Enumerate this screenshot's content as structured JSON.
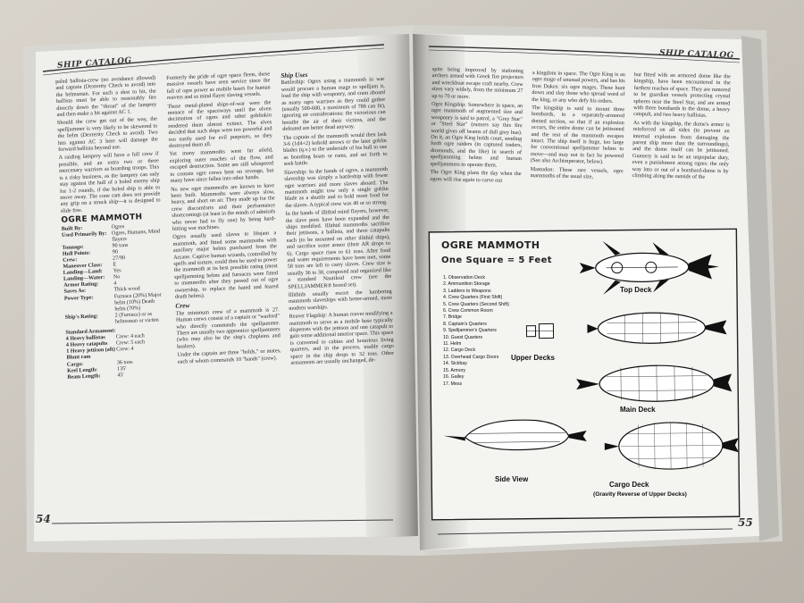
{
  "left_page": {
    "header": "SHIP CATALOG",
    "page_number": "54",
    "col1_paragraphs": [
      "paled ballista-crew (no avoidance allowed) and captain (Dexterity Check to avoid) into the helmsman. For such a shot to hit, the ballista must be able to reasonably fire directly down the \"throat\" of the lamprey and then make a hit against AC 1.",
      "Should the crew get out of the way, the spelljammer is very likely to be skewered to the helm (Dexterity Check to avoid). Two hits against AC 3 here will damage the forward ballista beyond use.",
      "A raiding lamprey will have a full crew if possible, and an extra two or three mercenary warriors as boarding troops. This is a risky business, as the lamprey can only stay against the hull of a holed enemy ship for 1-2 rounds, if the holed ship is able to move away. The cone ram does not provide any grip on a struck ship—it is designed to slide free."
    ],
    "stat_title": "OGRE MAMMOTH",
    "stats": [
      [
        "Built By:",
        "Ogres"
      ],
      [
        "Used Primarily By:",
        "Ogres, Humans, Mind flayers"
      ],
      [
        "Tonnage:",
        "90 tons"
      ],
      [
        "Hull Points:",
        "90"
      ],
      [
        "Crew:",
        "27/90"
      ],
      [
        "Maneuver Class:",
        "E"
      ],
      [
        "Landing—Land:",
        "Yes"
      ],
      [
        "Landing—Water:",
        "No"
      ],
      [
        "Armor Rating:",
        "4"
      ],
      [
        "Saves As:",
        "Thick wood"
      ],
      [
        "Power Type:",
        "Furnace (20%) Major helm (10%) Death helm (70%)"
      ],
      [
        "Ship's Rating:",
        "2 (Furnace) or as helmsman or victim"
      ]
    ],
    "armament_title": "Standard Armament:",
    "armament": [
      [
        "4 Heavy ballistas",
        "Crew: 4 each"
      ],
      [
        "4 Heavy catapults",
        "Crew: 5 each"
      ],
      [
        "1 Heavy jettison (aft)",
        "Crew: 4"
      ],
      [
        "Blunt ram",
        ""
      ]
    ],
    "cargo": [
      [
        "Cargo:",
        "36 tons"
      ],
      [
        "Keel Length:",
        "135'"
      ],
      [
        "Beam Length:",
        "45'"
      ]
    ],
    "col2_paragraphs": [
      "Formerly the pride of ogre space fleets, these massive vessels have seen service since the fall of ogre power as mobile bases for human reavers and as mind flayer slaving vessels.",
      "These metal-plated ships-of-war were the menace of the spaceways until the elven decimation of ogres and other goblinkin rendered them almost extinct. The elves decided that such ships were too powerful and too easily used for evil purposes, so they destroyed them all.",
      "Yet many mammoths were far afield, exploring outer reaches of the flow, and escaped destruction. Some are still whispered to contain ogre crews bent on revenge, but many have since fallen into other hands.",
      "No new ogre mammoths are known to have been built. Mammoths were always slow, heavy, and short on air. They made up for the crew discomforts and their performance shortcomings (at least in the minds of admirals who never had to fly one) by being hard-hitting war machines.",
      "Ogres usually used slaves to lifejam a mammoth, and fitted some mammoths with auxiliary major helms purchased from the Arcane. Captive human wizards, controlled by spells and torture, could then be used to power the mammoth at its best possible rating (most spelljamming helms and furnaces were fitted to mammoths after they passed out of ogre ownership, to replace the hated and feared death helms)."
    ],
    "crew_title": "Crew",
    "crew_paragraphs": [
      "The minimum crew of a mammoth is 27. Human crews consist of a captain or \"warlord\" who directly commands the spelljammer. There are usually two apprentice spelljammers (who may also be the ship's chaplains and healers).",
      "Under the captain are three \"bolds,\" or mates, each of whom commands 10 \"hands\" (crew)."
    ],
    "uses_title": "Ship Uses",
    "col3_paragraphs": [
      "Battleship: Ogres using a mammoth in war would procure a human mage to spelljam it, load the ship with weaponry, and cram aboard as many ogre warriors as they could gather (usually 500-600, a maximum of 788 can fit), ignoring air considerations: the victorious can breathe the air of their victims, and the defeated are better dead anyway.",
      "The captain of the mammoth would then lash 3-6 (1d4+2) kobold arrows or the later goblin blades (q.v.) to the underside of his hull to use as boarding boats or rams, and set forth to seek battle.",
      "Slaveship: In the hands of ogres, a mammoth slaveship was simply a battleship with fewer ogre warriors and more slaves aboard. The mammoth might tow only a single goblin blade as a shuttle and to hold more food for the slaves. A typical crew was 40 or so strong.",
      "In the hands of illithid mind flayers, however, the slave pens have been expanded and the ships modified. Illithid mammoths sacrifice their jettisons, a ballista, and three catapults each (to be mounted on other illithid ships), and sacrifice some armor (their AR drops to 6). Cargo space rises to 61 tons. After food and water requirements have been met, some 58 tons are left to carry slaves. Crew size is usually 36 to 38, composed and organized like a standard Nautiloid crew (see the SPELLJAMMER® boxed set).",
      "Illithids usually escort the lumbering mammoth slaveships with better-armed, more modern warships.",
      "Reaver Flagship: A human reaver modifying a mammoth to serve as a mobile base typically dispenses with the jettison and one catapult to gain some additional interior space. This space is converted to cabins and luxurious living quarters, and in the process, usable cargo space in the ship drops to 32 tons. Other armaments are usually unchanged, de-"
    ]
  },
  "right_page": {
    "header": "SHIP CATALOG",
    "page_number": "55",
    "col1_paragraphs": [
      "spite being improved by stationing archers armed with Greek fire projectors and wreckboat escape craft nearby. Crew sizes vary widely, from the minimum 27 up to 70 or more.",
      "Ogre Kingship: Somewhere in space, an ogre mammoth of augmented size and weaponry is said to patrol, a \"Grey Star\" or \"Steel Star\" (rumors say this fire world gives off beams of dull grey hue). On it, an Ogre King holds court, sending forth ogre raiders (in captured traders, dromonds, and the like) in search of spelljamming helms and human spelljammers to operate them.",
      "The Ogre King plans the day when the ogres will rise again to carve out"
    ],
    "col2_paragraphs": [
      "a kingdom in space. The Ogre King is an ogre mage of unusual powers, and has his Iron Dukes: six ogre mages. These hunt down and slay those who spread word of the king, or any who defy his orders.",
      "The kingship is said to mount three bombards, in a separately-armored domed section, so that if an explosion occurs, the entire dome can be jettisoned and the rest of the mammoth escapes intact. The ship itself is huge, too large for conventional spelljammer helms to move—and may not in fact be powered (See also Archimperator, below).",
      "Mastodon: These rare vessels, ogre mammoths of the usual size,"
    ],
    "col3_paragraphs": [
      "but fitted with an armored dome like the kingship, have been encountered in the farthest reaches of space. They are rumored to be guardian vessels protecting crystal spheres near the Steel Star, and are armed with three bombards in the dome, a heavy catapult, and two heavy ballistas.",
      "As with the kingship, the dome's armor is reinforced on all sides (to prevent an internal explosion from damaging the parent ship more than the surroundings), and the dome itself can be jettisoned. Gunnery is said to be an unpopular duty, even a punishment among ogres: the only way into or out of a bombard-dome is by climbing along the outside of the"
    ],
    "diagram": {
      "title": "OGRE MAMMOTH",
      "scale": "One Square = 5 Feet",
      "legend": [
        "1. Observation Deck",
        "2. Ammunition Storage",
        "3. Ladders to Weapons",
        "4. Crew Quarters (First Shift)",
        "5. Crew Quarters (Second Shift)",
        "6. Crew Common Room",
        "7. Bridge",
        "8. Captain's Quarters",
        "9. Spelljammer's Quarters",
        "10. Guest Quarters",
        "11. Helm",
        "12. Cargo Deck",
        "13. Overhead Cargo Doors",
        "14. Sickbay",
        "15. Armory",
        "16. Galley",
        "17. Mess"
      ],
      "labels": {
        "top_deck": "Top Deck",
        "upper_decks": "Upper Decks",
        "main_deck": "Main Deck",
        "side_view": "Side View",
        "cargo_deck": "Cargo Deck",
        "cargo_note": "(Gravity Reverse of Upper Decks)"
      }
    }
  }
}
